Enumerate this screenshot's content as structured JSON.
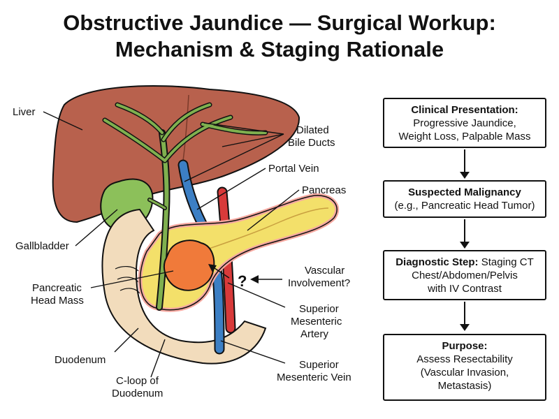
{
  "title": {
    "line1": "Obstructive Jaundice — Surgical Workup:",
    "line2": "Mechanism & Staging Rationale"
  },
  "labels": {
    "liver": "Liver",
    "dilated_bile_ducts_1": "Dilated",
    "dilated_bile_ducts_2": "Bile Ducts",
    "portal_vein": "Portal Vein",
    "pancreas": "Pancreas",
    "gallbladder": "Gallbladder",
    "vascular_1": "Vascular",
    "vascular_2": "Involvement?",
    "question_mark": "?",
    "mass_1": "Pancreatic",
    "mass_2": "Head Mass",
    "sma_1": "Superior",
    "sma_2": "Mesenteric",
    "sma_3": "Artery",
    "duodenum": "Duodenum",
    "cloop_1": "C-loop of",
    "cloop_2": "Duodenum",
    "smv_1": "Superior",
    "smv_2": "Mesenteric Vein"
  },
  "flow": {
    "box1": {
      "heading": "Clinical Presentation:",
      "line1": "Progressive Jaundice,",
      "line2": "Weight Loss, Palpable Mass"
    },
    "box2": {
      "heading": "Suspected Malignancy",
      "line1": "(e.g., Pancreatic Head Tumor)"
    },
    "box3": {
      "heading": "Diagnostic Step:",
      "heading_tail": " Staging CT",
      "line1": "Chest/Abdomen/Pelvis",
      "line2": "with IV Contrast"
    },
    "box4": {
      "heading": "Purpose:",
      "line1": "Assess Resectability",
      "line2": "(Vascular Invasion,",
      "line3": "Metastasis)"
    }
  },
  "colors": {
    "liver": "#b8614d",
    "gallbladder": "#8cc05a",
    "bile_duct": "#7fb04f",
    "pancreas": "#f3e06a",
    "pancreas_rim": "#f5a8a0",
    "mass": "#f07a3a",
    "portal_vein": "#3c7fc4",
    "artery": "#d83a3a",
    "duodenum": "#f2dcbc"
  }
}
